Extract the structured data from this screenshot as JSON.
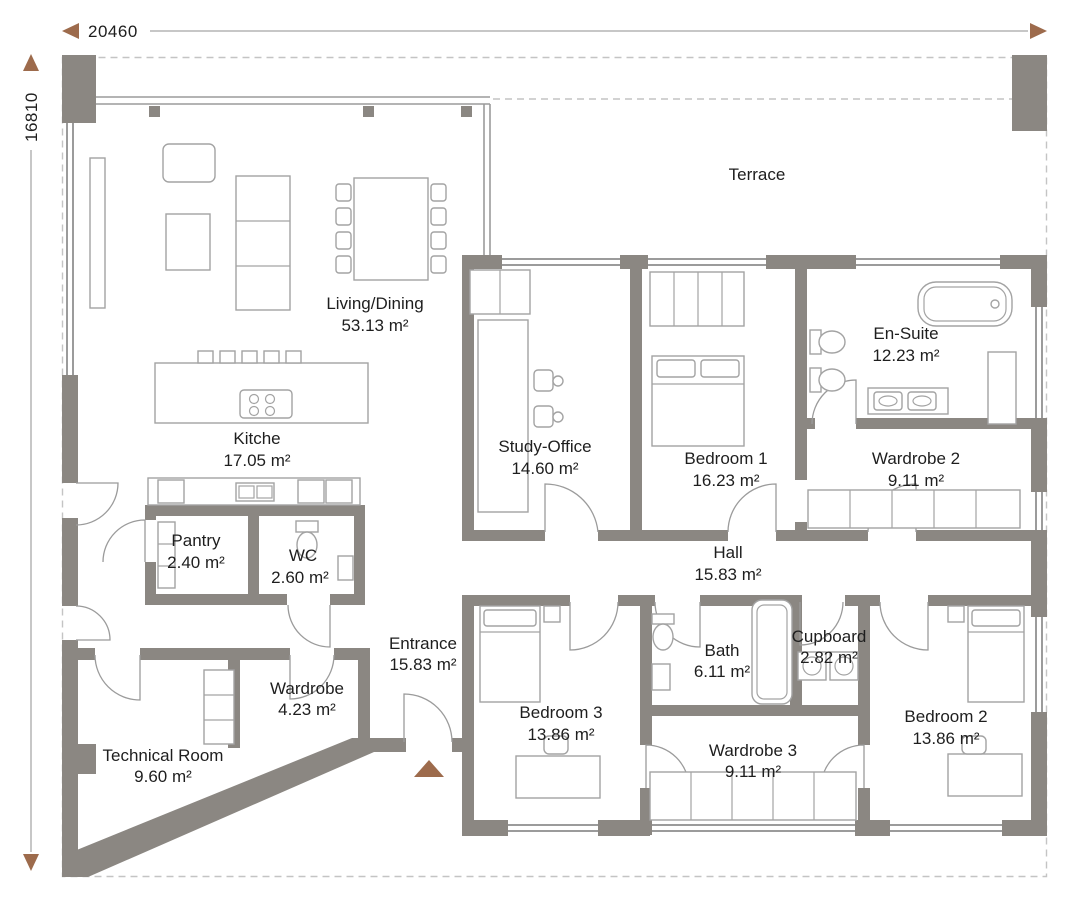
{
  "dimensions": {
    "width": "20460",
    "height": "16810"
  },
  "rooms": {
    "terrace": {
      "name": "Terrace",
      "area": ""
    },
    "living": {
      "name": "Living/Dining",
      "area": "53.13 m²"
    },
    "kitchen": {
      "name": "Kitche",
      "area": "17.05 m²"
    },
    "pantry": {
      "name": "Pantry",
      "area": "2.40 m²"
    },
    "wc": {
      "name": "WC",
      "area": "2.60 m²"
    },
    "study": {
      "name": "Study-Office",
      "area": "14.60 m²"
    },
    "bedroom1": {
      "name": "Bedroom 1",
      "area": "16.23 m²"
    },
    "ensuite": {
      "name": "En-Suite",
      "area": "12.23 m²"
    },
    "wardrobe2": {
      "name": "Wardrobe 2",
      "area": "9.11 m²"
    },
    "hall": {
      "name": "Hall",
      "area": "15.83 m²"
    },
    "entrance": {
      "name": "Entrance",
      "area": "15.83 m²"
    },
    "wardrobe": {
      "name": "Wardrobe",
      "area": "4.23 m²"
    },
    "technical": {
      "name": "Technical Room",
      "area": "9.60 m²"
    },
    "bedroom3": {
      "name": "Bedroom 3",
      "area": "13.86 m²"
    },
    "bath": {
      "name": "Bath",
      "area": "6.11 m²"
    },
    "cupboard": {
      "name": "Cupboard",
      "area": "2.82 m²"
    },
    "wardrobe3": {
      "name": "Wardrobe 3",
      "area": "9.11 m²"
    },
    "bedroom2": {
      "name": "Bedroom 2",
      "area": "13.86 m²"
    }
  },
  "colors": {
    "wall": "#8b8782",
    "accent": "#9d6b4c",
    "line": "#9b9b9b",
    "text": "#1e1e1e"
  }
}
